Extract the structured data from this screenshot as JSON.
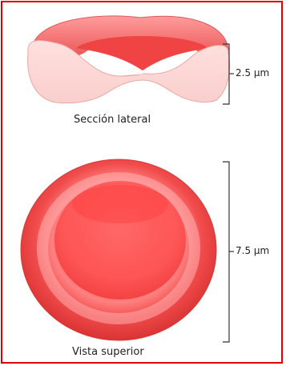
{
  "diagram": {
    "side_caption": "Sección lateral",
    "top_caption": "Vista superior",
    "side_measure": "2.5 µm",
    "top_measure": "7.5 µm"
  }
}
